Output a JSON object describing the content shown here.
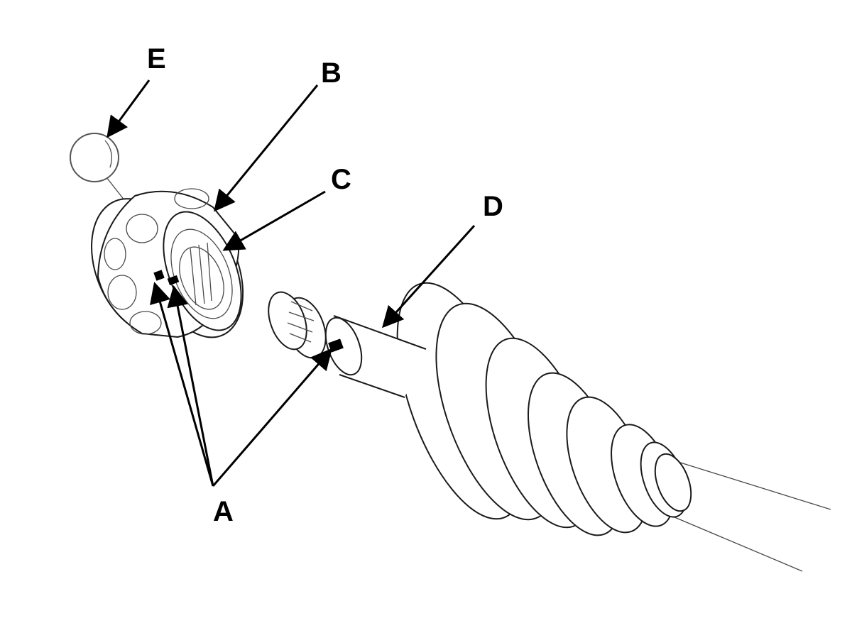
{
  "labels": {
    "a": "A",
    "b": "B",
    "c": "C",
    "d": "D",
    "e": "E"
  },
  "colors": {
    "line": "#1a1a1a",
    "background": "#ffffff",
    "marks": "#000000"
  }
}
